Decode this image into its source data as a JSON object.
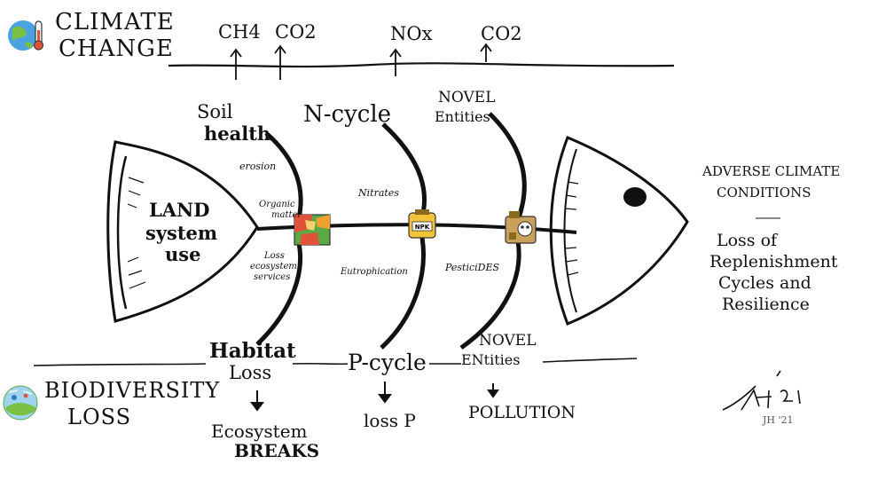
{
  "top": {
    "title_line1": "CLIMATE",
    "title_line2": "CHANGE",
    "gases": [
      "CH4",
      "CO2",
      "NOx",
      "CO2"
    ]
  },
  "bottom": {
    "title_line1": "BIODIVERSITY",
    "title_line2": "LOSS"
  },
  "head": {
    "line1": "LAND",
    "line2": "system",
    "line3": "use"
  },
  "bones_top": {
    "soil_health_1": "Soil",
    "soil_health_2": "health",
    "n_cycle": "N-cycle",
    "novel_entities_1": "NOVEL",
    "novel_entities_2": "Entities"
  },
  "bones_bottom": {
    "habitat_loss_1": "Habitat",
    "habitat_loss_2": "Loss",
    "p_cycle": "P-cycle",
    "novel_entities_1": "NOVEL",
    "novel_entities_2": "ENtities"
  },
  "small_labels": {
    "erosion": "erosion",
    "organic_matter_1": "Organic",
    "organic_matter_2": "matter",
    "loss_ecosystem_1": "Loss",
    "loss_ecosystem_2": "ecosystem",
    "loss_ecosystem_3": "services",
    "nitrates": "Nitrates",
    "eutrophication": "Eutrophication",
    "pesticides": "PesticiDES"
  },
  "icons": {
    "npk_text": "NPK"
  },
  "outcomes": {
    "ecosystem_breaks_1": "Ecosystem",
    "ecosystem_breaks_2": "BREAKS",
    "loss_p": "loss P",
    "pollution": "POLLUTION"
  },
  "right_text": {
    "adverse_1": "ADVERSE CLIMATE",
    "adverse_2": "CONDITIONS",
    "loss_1": "Loss of",
    "loss_2": "Replenishment",
    "loss_3": "Cycles and",
    "loss_4": "Resilience"
  },
  "signature": "JH '21",
  "colors": {
    "ink": "#111111",
    "globe_blue": "#4aa3df",
    "globe_green": "#7bc043",
    "map_red": "#e0533a",
    "map_green": "#5aa847",
    "map_orange": "#f0a030",
    "npk_yellow": "#f2c23a",
    "skull_tan": "#c9a15a"
  }
}
